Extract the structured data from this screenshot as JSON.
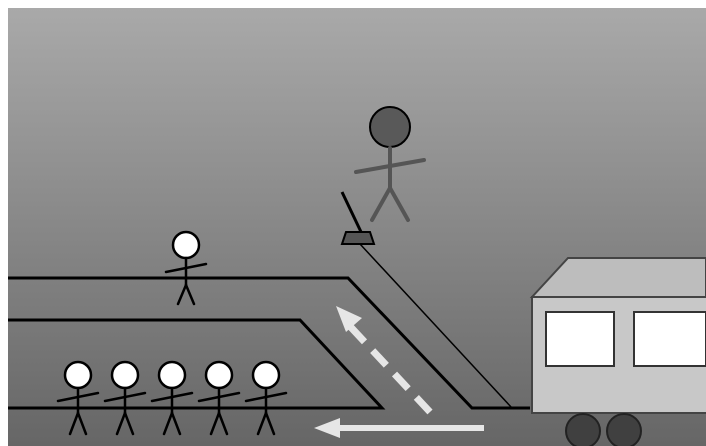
{
  "scene": {
    "kind": "trolley-problem",
    "colors": {
      "sky_top": "#a9a9a9",
      "sky_bottom": "#666666",
      "track": "#000000",
      "arrow": "#e6e6e6",
      "trolley_body": "#c8c8c8",
      "trolley_roof": "#bdbdbd",
      "trolley_window": "#ffffff",
      "wheel": "#404040",
      "lever_base": "#555555",
      "large_person_head": "#595959",
      "large_person_limbs": "#555555",
      "small_person_head": "#ffffff",
      "small_person_limbs": "#000000"
    },
    "people_on_main_track": 5,
    "people_on_side_track": 1,
    "trolley_windows": 2,
    "trolley_wheels": 2,
    "icons": {
      "lever": "lever-switch-icon",
      "trolley": "trolley-car-icon",
      "person": "stick-figure-icon"
    }
  }
}
